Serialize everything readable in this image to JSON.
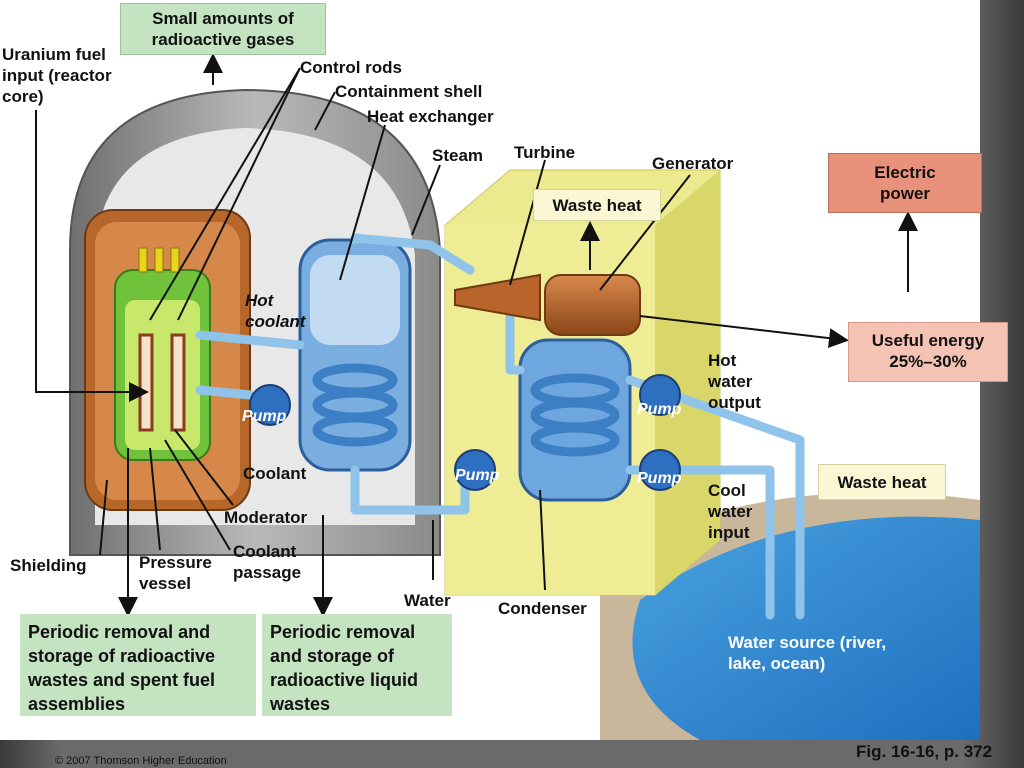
{
  "labels": {
    "small_gases": "Small amounts of\nradioactive gases",
    "uranium": "Uranium fuel\ninput (reactor\ncore)",
    "control_rods": "Control rods",
    "containment_shell": "Containment shell",
    "heat_exchanger": "Heat exchanger",
    "steam": "Steam",
    "turbine": "Turbine",
    "generator": "Generator",
    "electric_power": "Electric\npower",
    "waste_heat_top": "Waste heat",
    "hot_coolant": "Hot\ncoolant",
    "useful_energy": "Useful energy\n25%–30%",
    "hot_water_output": "Hot\nwater\noutput",
    "pump": "Pump",
    "coolant": "Coolant",
    "waste_heat_right": "Waste heat",
    "cool_water_input": "Cool\nwater\ninput",
    "moderator": "Moderator",
    "coolant_passage": "Coolant\npassage",
    "shielding": "Shielding",
    "pressure_vessel": "Pressure\nvessel",
    "water": "Water",
    "condenser": "Condenser",
    "water_source": "Water source (river,\nlake, ocean)",
    "removal_solid": "Periodic removal and\nstorage of radioactive\nwastes and spent fuel\nassemblies",
    "removal_liquid": "Periodic removal\nand storage of\nradioactive liquid\nwastes"
  },
  "footer": {
    "copyright": "© 2007 Thomson Higher Education",
    "figure": "Fig. 16-16, p. 372"
  },
  "colors": {
    "green_box": "#c4e3c1",
    "salmon_box": "#e8917b",
    "pink_box": "#f5c3b4",
    "cream_box": "#fbf7d4",
    "pipe": "#8fc3ea",
    "building": "#e8e77a"
  }
}
